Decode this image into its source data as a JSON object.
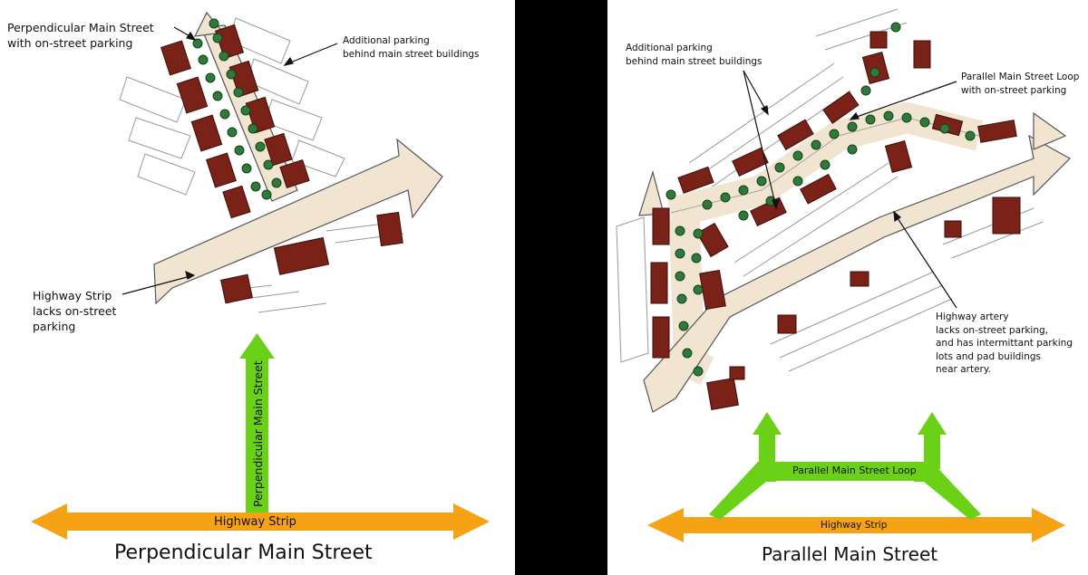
{
  "left": {
    "title": "Perpendicular Main Street",
    "labels": {
      "main_street": "Perpendicular Main Street\nwith on-street parking",
      "parking": "Additional parking\nbehind main street buildings",
      "highway": "Highway Strip\nlacks on-street\nparking"
    },
    "schematic": {
      "highway_label": "Highway Strip",
      "main_label": "Perpendicular Main Street"
    }
  },
  "right": {
    "title": "Parallel Main Street",
    "labels": {
      "parking": "Additional parking\nbehind main street buildings",
      "loop": "Parallel Main Street Loop\nwith on-street parking",
      "artery": "Highway artery\nlacks on-street parking,\nand has intermittant parking\nlots and pad buildings\nnear artery."
    },
    "schematic": {
      "highway_label": "Highway Strip",
      "loop_label": "Parallel Main Street Loop"
    }
  },
  "colors": {
    "building": "#7a2218",
    "tree": "#2f7a3a",
    "street": "#f1e5d2",
    "green_arrow": "#6ad117",
    "orange_arrow": "#f5a214",
    "divider": "#000000"
  }
}
